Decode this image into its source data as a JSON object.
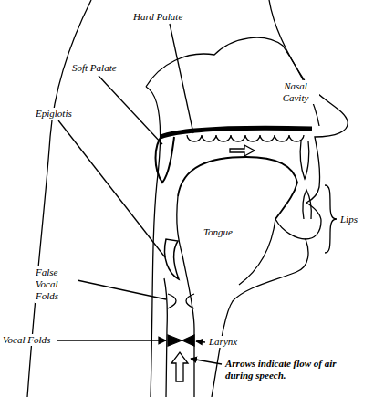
{
  "diagram": {
    "labels": [
      "Hard Palate",
      "Soft Palate",
      "Nasal Cavity",
      "Epiglotis",
      "Tongue",
      "Lips",
      "False Vocal Folds",
      "Vocal Folds",
      "Larynx",
      "Arrows indicate flow of air during speech."
    ]
  }
}
